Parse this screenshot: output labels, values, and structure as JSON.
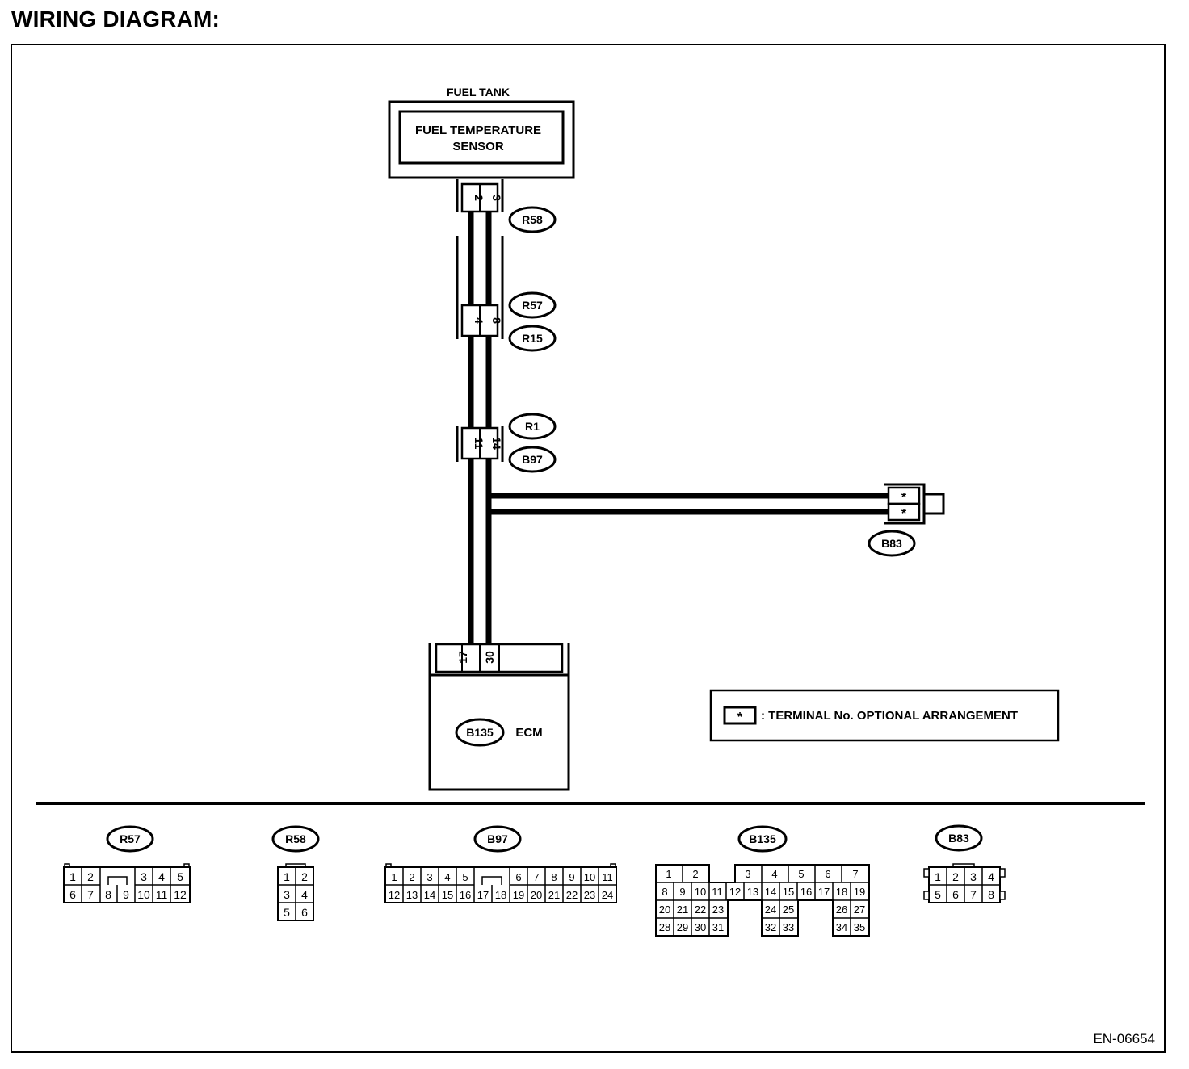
{
  "title": "WIRING DIAGRAM:",
  "figure_id": "EN-06654",
  "fuel_tank_label": "FUEL TANK",
  "sensor": {
    "line1": "FUEL TEMPERATURE",
    "line2": "SENSOR"
  },
  "ecm": {
    "connector": "B135",
    "label": "ECM",
    "pins": [
      "17",
      "30"
    ]
  },
  "harness": [
    {
      "connectors": [
        "R58"
      ],
      "pins": [
        "2",
        "3"
      ]
    },
    {
      "connectors": [
        "R57",
        "R15"
      ],
      "pins": [
        "4",
        "8"
      ]
    },
    {
      "connectors": [
        "R1",
        "B97"
      ],
      "pins": [
        "11",
        "14"
      ]
    }
  ],
  "branch": {
    "connector": "B83",
    "pins": [
      "*",
      "*"
    ]
  },
  "legend": {
    "symbol": "*",
    "text": ": TERMINAL No. OPTIONAL ARRANGEMENT"
  },
  "connector_faces": [
    {
      "name": "R57",
      "rows": [
        [
          "1",
          "2",
          "",
          "8_9_gap",
          "3",
          "4",
          "5"
        ],
        [
          "6",
          "7",
          "8",
          "9",
          "10",
          "11",
          "12"
        ]
      ]
    },
    {
      "name": "R58",
      "rows": [
        [
          "1",
          "2"
        ],
        [
          "3",
          "4"
        ],
        [
          "5",
          "6"
        ]
      ]
    },
    {
      "name": "B97",
      "rows": [
        [
          "1",
          "2",
          "3",
          "4",
          "5",
          "",
          "",
          "6",
          "7",
          "8",
          "9",
          "10",
          "11"
        ],
        [
          "12",
          "13",
          "14",
          "15",
          "16",
          "17",
          "18",
          "19",
          "20",
          "21",
          "22",
          "23",
          "24"
        ]
      ]
    },
    {
      "name": "B135",
      "rows": [
        [
          "1",
          "2",
          "3",
          "4",
          "5",
          "6",
          "7"
        ],
        [
          "8",
          "9",
          "10",
          "11",
          "12",
          "13",
          "14",
          "15",
          "16",
          "17",
          "18",
          "19"
        ],
        [
          "20",
          "21",
          "22",
          "23",
          "24",
          "25",
          "26",
          "27"
        ],
        [
          "28",
          "29",
          "30",
          "31",
          "32",
          "33",
          "34",
          "35"
        ]
      ]
    },
    {
      "name": "B83",
      "rows": [
        [
          "1",
          "2",
          "3",
          "4"
        ],
        [
          "5",
          "6",
          "7",
          "8"
        ]
      ]
    }
  ]
}
